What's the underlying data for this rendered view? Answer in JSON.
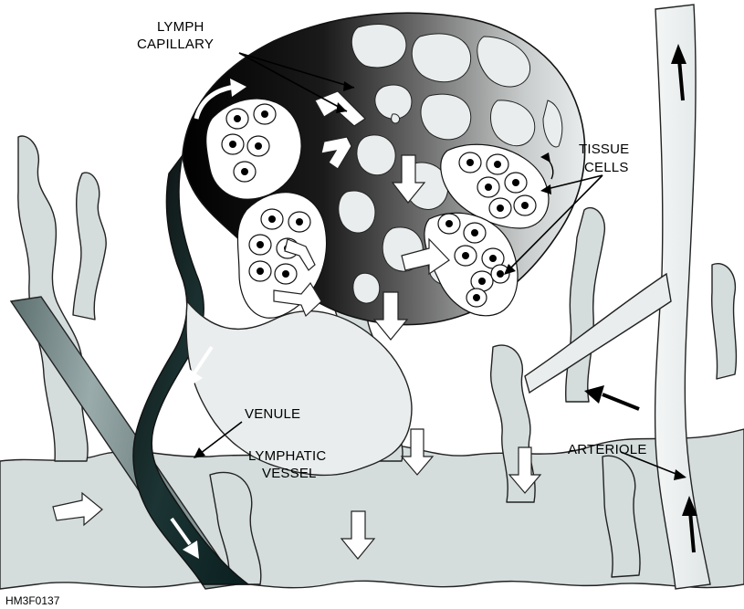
{
  "diagram": {
    "labels": {
      "lymph_capillary_line1": "LYMPH",
      "lymph_capillary_line2": "CAPILLARY",
      "tissue_cells_line1": "TISSUE",
      "tissue_cells_line2": "CELLS",
      "venule": "VENULE",
      "lymphatic_vessel_line1": "LYMPHATIC",
      "lymphatic_vessel_line2": "VESSEL",
      "arteriole": "ARTERIOLE"
    },
    "figure_code": "HM3F0137",
    "colors": {
      "lymph_dark": "#0b0b0b",
      "lymph_mid": "#7a7a7a",
      "tissue_gray": "#d4dcdc",
      "venule_teal": "#2f5555",
      "background": "#ffffff"
    }
  }
}
